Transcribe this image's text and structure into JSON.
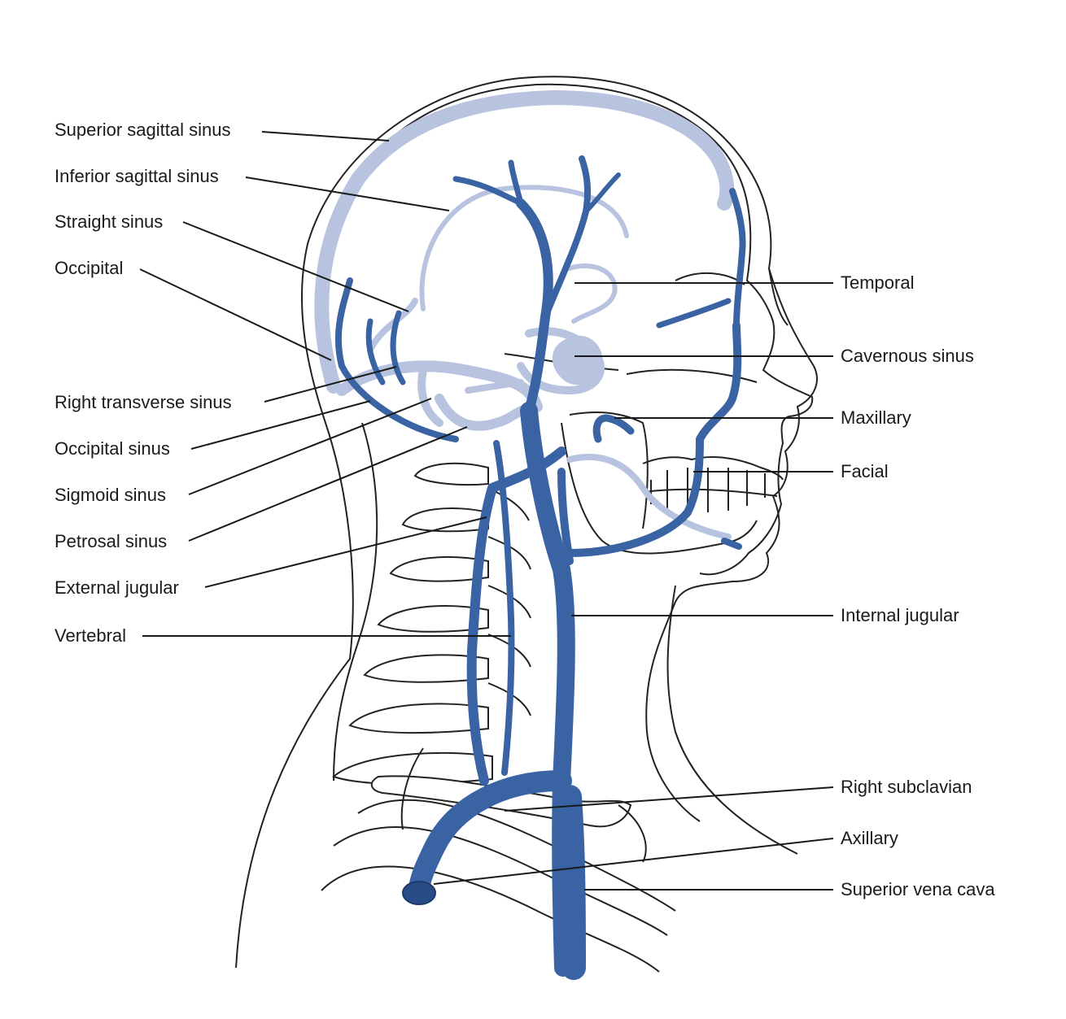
{
  "colors": {
    "vein": "#3a63a3",
    "vein_dark": "#284c86",
    "sinus": "#b8c3df",
    "outline": "#222222",
    "label": "#1a1a1a"
  },
  "labels": {
    "superior_sagittal_sinus": "Superior sagittal sinus",
    "inferior_sagittal_sinus": "Inferior sagittal sinus",
    "straight_sinus": "Straight sinus",
    "occipital": "Occipital",
    "right_transverse_sinus": "Right transverse sinus",
    "occipital_sinus": "Occipital sinus",
    "sigmoid_sinus": "Sigmoid sinus",
    "petrosal_sinus": "Petrosal sinus",
    "external_jugular": "External jugular",
    "vertebral": "Vertebral",
    "temporal": "Temporal",
    "cavernous_sinus": "Cavernous sinus",
    "maxillary": "Maxillary",
    "facial": "Facial",
    "internal_jugular": "Internal jugular",
    "right_subclavian": "Right subclavian",
    "axillary": "Axillary",
    "superior_vena_cava": "Superior vena cava"
  }
}
